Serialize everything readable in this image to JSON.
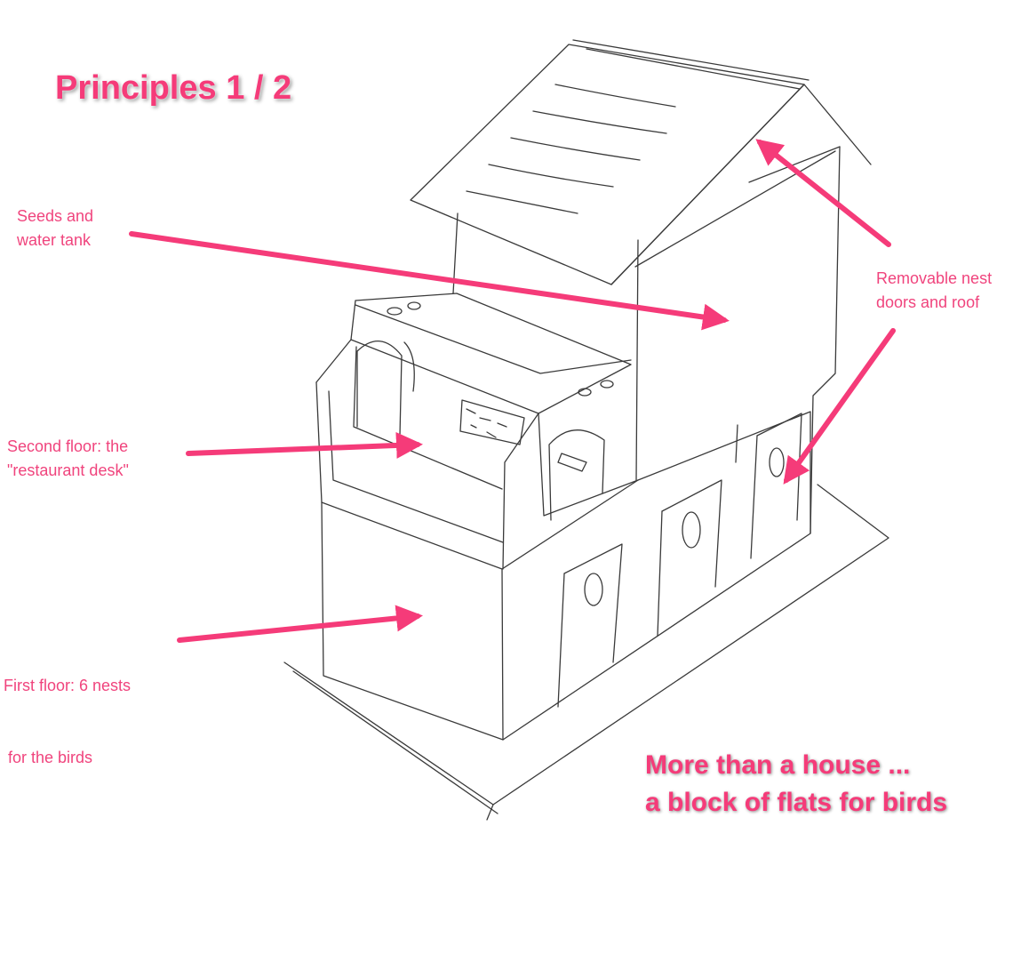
{
  "title": "Principles 1 / 2",
  "tagline": {
    "line1": "More than a house ...",
    "line2": "a block of flats for birds"
  },
  "labels": {
    "seeds": {
      "line1": "Seeds and",
      "line2": "water tank"
    },
    "removable": {
      "line1": "Removable nest",
      "line2": "doors and roof"
    },
    "second_floor": {
      "line1": "Second floor: the",
      "line2": "\"restaurant desk\""
    },
    "first_floor": {
      "line1": "First floor: 6 nests",
      "line2": " for the birds"
    }
  },
  "colors": {
    "accent": "#f53b79",
    "sketch": "#3a3a3a"
  }
}
